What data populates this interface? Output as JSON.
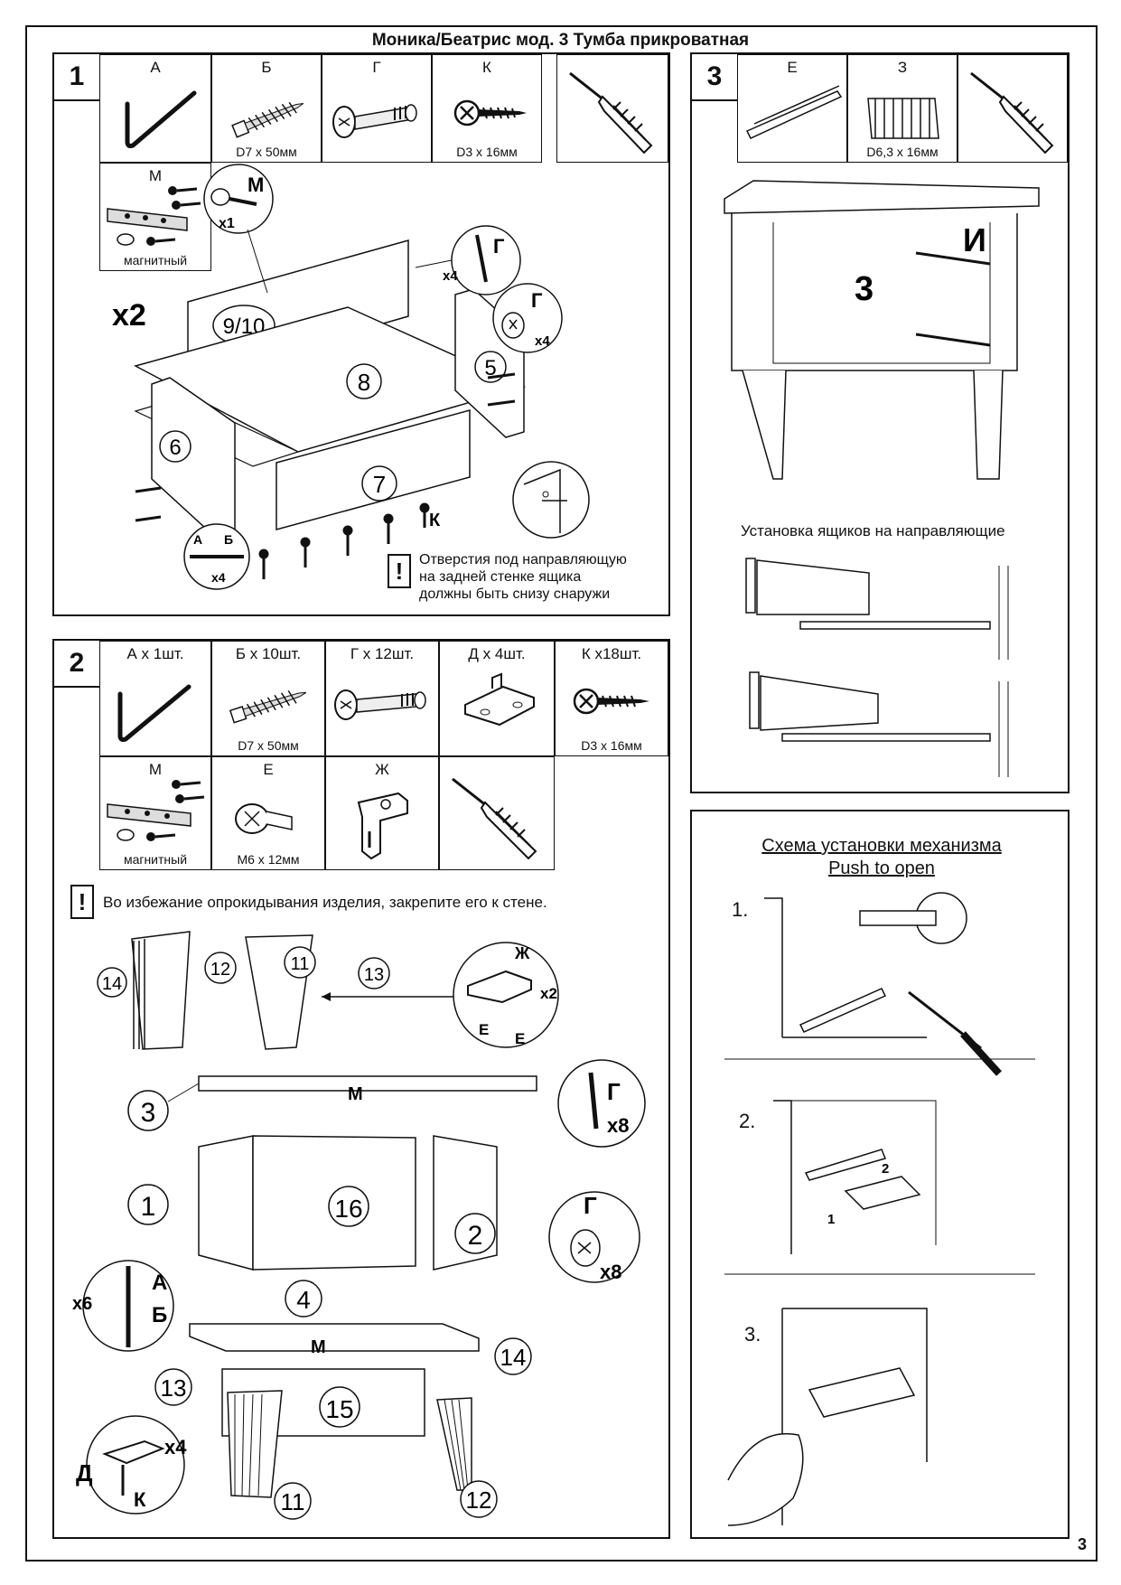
{
  "page": {
    "title": "Моника/Беатрис мод. 3 Тумба прикроватная",
    "page_number": "3"
  },
  "step1": {
    "number": "1",
    "parts": [
      {
        "letter": "А",
        "size": ""
      },
      {
        "letter": "Б",
        "size": "D7 x 50мм"
      },
      {
        "letter": "Г",
        "size": ""
      },
      {
        "letter": "К",
        "size": "D3 x 16мм"
      },
      {
        "letter": "",
        "size": ""
      }
    ],
    "magnet_part": {
      "letter": "М",
      "caption": "магнитный"
    },
    "multiplier": "x2",
    "panels": [
      "9/10",
      "8",
      "7",
      "6",
      "5"
    ],
    "callouts": {
      "m": "М",
      "m_qty": "x1",
      "g1": "Г",
      "g1_qty": "x4",
      "g2": "Г",
      "g2_qty": "x4",
      "ab_a": "А",
      "ab_b": "Б",
      "ab_qty": "x4",
      "k": "К"
    },
    "warning_icon": "!",
    "warning_lines": [
      "Отверстия под направляющую",
      "на задней стенке ящика",
      "должны быть снизу снаружи"
    ]
  },
  "step2": {
    "number": "2",
    "parts": [
      {
        "label": "А x 1шт.",
        "size": ""
      },
      {
        "label": "Б x 10шт.",
        "size": "D7 x 50мм"
      },
      {
        "label": "Г x 12шт.",
        "size": ""
      },
      {
        "label": "Д x 4шт.",
        "size": ""
      },
      {
        "label": "К x18шт.",
        "size": "D3 x 16мм"
      }
    ],
    "parts_row2": [
      {
        "label": "М",
        "size": "магнитный"
      },
      {
        "label": "Е",
        "size": "M6 x 12мм"
      },
      {
        "label": "Ж",
        "size": ""
      },
      {
        "label": "",
        "size": ""
      }
    ],
    "warning_icon": "!",
    "warning": "Во избежание опрокидывания изделия, закрепите его к стене.",
    "numbers": {
      "n14a": "14",
      "n12a": "12",
      "n11a": "11",
      "n13a": "13",
      "n3": "3",
      "n1": "1",
      "n16": "16",
      "n2": "2",
      "n4": "4",
      "n13b": "13",
      "n15": "15",
      "n14b": "14",
      "n11b": "11",
      "n12b": "12"
    },
    "callouts": {
      "zh": "Ж",
      "zh_qty": "x2",
      "e1": "Е",
      "e2": "Е",
      "m_top": "М",
      "g_top": "Г",
      "g_top_qty": "x8",
      "g_side": "Г",
      "g_side_qty": "x8",
      "a": "А",
      "b": "Б",
      "ab_qty": "x6",
      "m_bottom": "М",
      "d": "Д",
      "d_qty": "x4",
      "k": "К"
    }
  },
  "step3": {
    "number": "3",
    "parts": [
      {
        "letter": "Е",
        "size": ""
      },
      {
        "letter": "З",
        "size": "D6,3 x 16мм"
      },
      {
        "letter": "",
        "size": ""
      }
    ],
    "labels": {
      "i": "И",
      "z": "3"
    },
    "drawer_install": "Установка ящиков на направляющие"
  },
  "push": {
    "heading_lines": [
      "Схема установки механизма",
      "Push to open"
    ],
    "steps": [
      "1.",
      "2.",
      "3."
    ],
    "arrow_labels": [
      "1",
      "2"
    ]
  }
}
